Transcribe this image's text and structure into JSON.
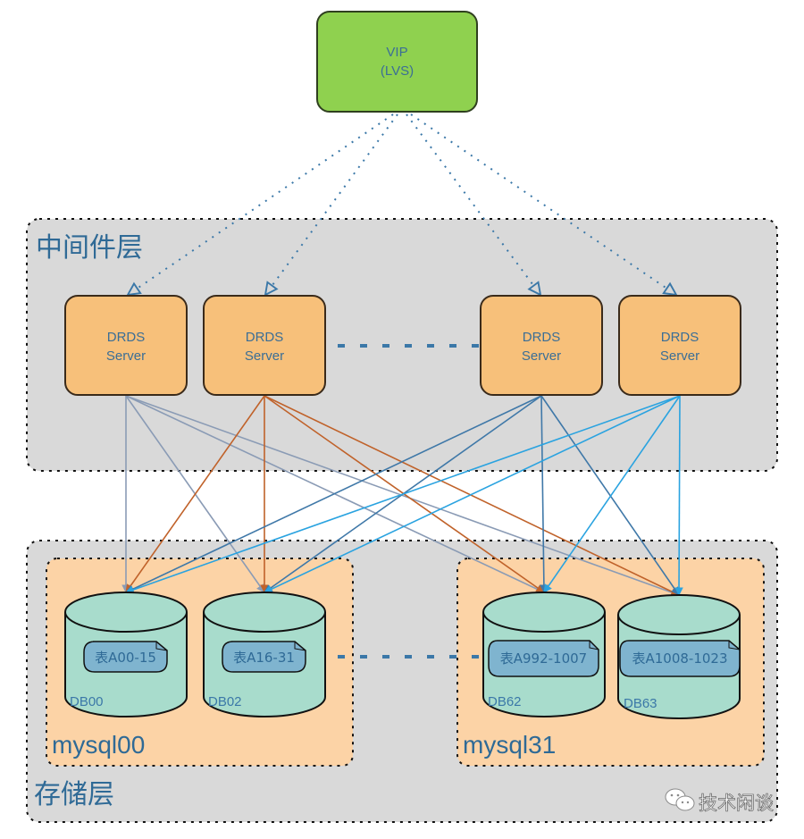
{
  "diagram": {
    "vip": {
      "line1": "VIP",
      "line2": "(LVS)"
    },
    "middleware_layer": {
      "label": "中间件层",
      "servers": [
        {
          "line1": "DRDS",
          "line2": "Server"
        },
        {
          "line1": "DRDS",
          "line2": "Server"
        },
        {
          "line1": "DRDS",
          "line2": "Server"
        },
        {
          "line1": "DRDS",
          "line2": "Server"
        }
      ]
    },
    "storage_layer": {
      "label": "存储层",
      "instances": [
        {
          "label": "mysql00",
          "databases": [
            {
              "name": "DB00",
              "table": "表A00-15"
            },
            {
              "name": "DB02",
              "table": "表A16-31"
            }
          ]
        },
        {
          "label": "mysql31",
          "databases": [
            {
              "name": "DB62",
              "table": "表A992-1007"
            },
            {
              "name": "DB63",
              "table": "表A1008-1023"
            }
          ]
        }
      ]
    },
    "watermark": "技术闲谈",
    "colors": {
      "vip_fill": "#8fd14f",
      "server_fill": "#f7c07a",
      "layer_fill": "#d9d9d9",
      "instance_fill": "#fcd3a6",
      "db_fill": "#a8dccc",
      "table_fill": "#7fb4cf",
      "text_blue": "#2f6a96",
      "link_gray_blue": "#8a9bb5",
      "link_orange": "#c0622a",
      "link_steel_blue": "#3f78a8",
      "link_sky_blue": "#2aa3e0"
    },
    "connections": [
      {
        "from": "server-0",
        "to": "db-0",
        "color": "link_gray_blue"
      },
      {
        "from": "server-0",
        "to": "db-1",
        "color": "link_gray_blue"
      },
      {
        "from": "server-0",
        "to": "db-2",
        "color": "link_gray_blue"
      },
      {
        "from": "server-0",
        "to": "db-3",
        "color": "link_gray_blue"
      },
      {
        "from": "server-1",
        "to": "db-0",
        "color": "link_orange"
      },
      {
        "from": "server-1",
        "to": "db-1",
        "color": "link_orange"
      },
      {
        "from": "server-1",
        "to": "db-2",
        "color": "link_orange"
      },
      {
        "from": "server-1",
        "to": "db-3",
        "color": "link_orange"
      },
      {
        "from": "server-2",
        "to": "db-0",
        "color": "link_steel_blue"
      },
      {
        "from": "server-2",
        "to": "db-1",
        "color": "link_steel_blue"
      },
      {
        "from": "server-2",
        "to": "db-2",
        "color": "link_steel_blue"
      },
      {
        "from": "server-2",
        "to": "db-3",
        "color": "link_steel_blue"
      },
      {
        "from": "server-3",
        "to": "db-0",
        "color": "link_sky_blue"
      },
      {
        "from": "server-3",
        "to": "db-1",
        "color": "link_sky_blue"
      },
      {
        "from": "server-3",
        "to": "db-2",
        "color": "link_sky_blue"
      },
      {
        "from": "server-3",
        "to": "db-3",
        "color": "link_sky_blue"
      }
    ]
  }
}
